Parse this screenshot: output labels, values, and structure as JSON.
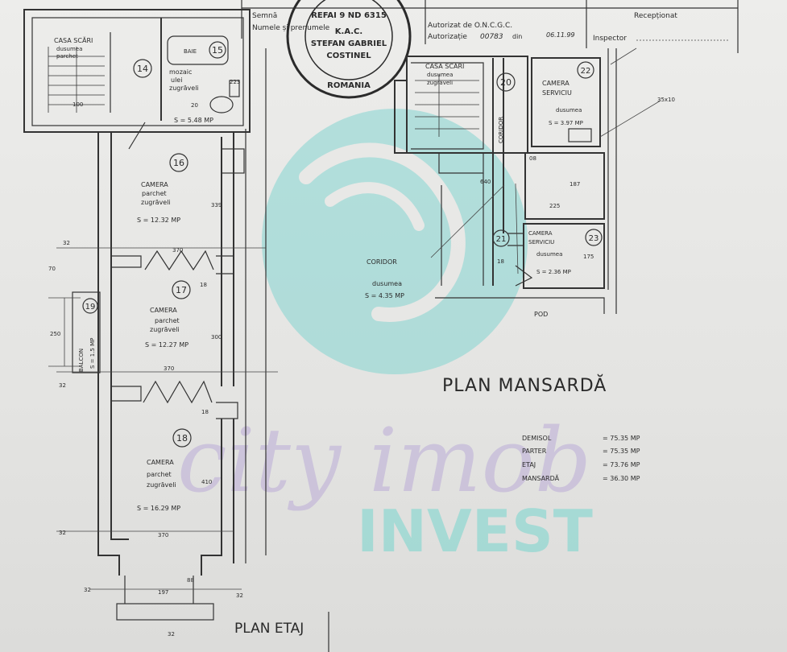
{
  "header": {
    "line1": "Semnă",
    "line2": "Numele și prenumele",
    "authorized_label": "Autorizat de O.N.C.G.C.",
    "authorization_label": "Autorizație",
    "authorization_number": "00783",
    "authorization_from": "din",
    "authorization_date": "06.11.99",
    "received_label": "Recepționat",
    "inspector_label": "Inspector"
  },
  "stamp": {
    "top": "REFAI 9 ND 6315",
    "lines": [
      "K.A.C.",
      "STEFAN GABRIEL",
      "COSTINEL"
    ],
    "bottom": "ROMANIA"
  },
  "plan_etaj": {
    "title": "PLAN ETAJ",
    "rooms": [
      {
        "num": "14",
        "lines": [
          "CASA SCĂRI",
          "dusumea",
          "parchet"
        ]
      },
      {
        "num": "15",
        "lines": [
          "BAIE",
          "mozaic",
          "ulei",
          "zugrăveli"
        ],
        "area": "S = 5.48 MP"
      },
      {
        "num": "16",
        "lines": [
          "CAMERA",
          "parchet",
          "zugrăveli"
        ],
        "area": "S = 12.32 MP"
      },
      {
        "num": "17",
        "lines": [
          "CAMERA",
          "parchet",
          "zugrăveli"
        ],
        "area": "S = 12.27 MP"
      },
      {
        "num": "18",
        "lines": [
          "CAMERA",
          "parchet",
          "zugrăveli"
        ],
        "area": "S = 16.29 MP"
      },
      {
        "num": "19",
        "lines": [
          "BALCON"
        ],
        "area": "S = 1.5 MP"
      }
    ],
    "dims": [
      "32",
      "370",
      "70",
      "18",
      "250",
      "300",
      "32",
      "370",
      "18",
      "410",
      "32",
      "370",
      "88",
      "32",
      "197",
      "32",
      "32",
      "339",
      "223",
      "100",
      "20"
    ]
  },
  "plan_mansarda": {
    "title": "PLAN MANSARDĂ",
    "rooms": [
      {
        "num": "20",
        "lines": [
          "CASA SCĂRI",
          "dusumea",
          "zugrăveli"
        ]
      },
      {
        "num": "21",
        "lines": [
          "CORIDOR",
          "dusumea"
        ],
        "area": "S = 4.35 MP"
      },
      {
        "num": "22",
        "lines": [
          "CAMERA",
          "SERVICIU",
          "dusumea"
        ],
        "area": "S = 3.97 MP"
      },
      {
        "num": "23",
        "lines": [
          "CAMERA",
          "SERVICIU",
          "dusumea"
        ],
        "area": "S = 2.36 MP"
      }
    ],
    "labels": {
      "corridor": "CORIDOR",
      "pod": "POD",
      "side_corridor": "CORIDOR",
      "note": "35x10"
    },
    "dims": [
      "640",
      "187",
      "225",
      "175",
      "18",
      "08"
    ]
  },
  "areas": [
    {
      "name": "DEMISOL",
      "value": "= 75.35 MP"
    },
    {
      "name": "PARTER",
      "value": "= 75.35 MP"
    },
    {
      "name": "ETAJ",
      "value": "= 73.76 MP"
    },
    {
      "name": "MANSARDĂ",
      "value": "= 36.30 MP"
    }
  ],
  "watermark": {
    "script": "city imob",
    "bold": "INVEST",
    "circle_color": "#7fd3cf",
    "script_color": "#b8a9d6",
    "bold_color": "#7fd6cf"
  }
}
